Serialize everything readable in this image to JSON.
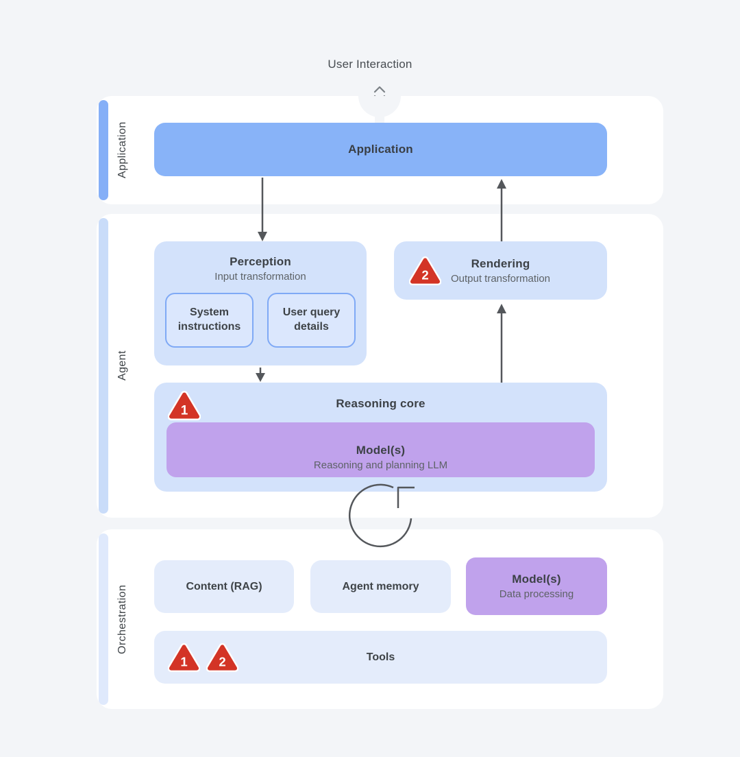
{
  "header": {
    "title": "User Interaction"
  },
  "application": {
    "label": "Application",
    "box_label": "Application"
  },
  "agent": {
    "label": "Agent",
    "perception": {
      "title": "Perception",
      "subtitle": "Input transformation",
      "children": [
        "System instructions",
        "User query details"
      ]
    },
    "rendering": {
      "title": "Rendering",
      "subtitle": "Output transformation",
      "badge": "2"
    },
    "reasoning": {
      "title": "Reasoning core",
      "badge": "1",
      "model": {
        "title": "Model(s)",
        "subtitle": "Reasoning and planning LLM"
      }
    }
  },
  "orchestration": {
    "label": "Orchestration",
    "content_rag": "Content (RAG)",
    "agent_memory": "Agent memory",
    "model": {
      "title": "Model(s)",
      "subtitle": "Data processing"
    },
    "tools": {
      "title": "Tools",
      "badges": [
        "1",
        "2"
      ]
    }
  },
  "icons": {
    "swap_vertical": "swap-vertical-icon",
    "loop": "loop-refresh-icon",
    "warning": "warning-triangle-icon"
  },
  "colors": {
    "background": "#f3f5f8",
    "card": "#ffffff",
    "accent_blue": "#88b3f8",
    "box_blue": "#d3e2fb",
    "light_blue": "#e4ecfb",
    "purple": "#c0a2ec",
    "alert_red": "#d33426",
    "arrow_gray": "#54575b",
    "title_text": "#3c4146",
    "subtitle_text": "#5d6266"
  }
}
